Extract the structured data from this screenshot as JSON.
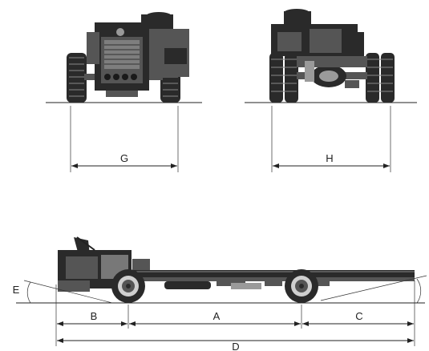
{
  "diagram": {
    "views": {
      "front": {
        "name": "front-view",
        "dimension_label": "G"
      },
      "rear": {
        "name": "rear-view",
        "dimension_label": "H"
      },
      "side": {
        "name": "side-view",
        "labels": {
          "wheelbase": "A",
          "front_overhang": "B",
          "rear_overhang": "C",
          "overall_length": "D",
          "approach_angle": "E"
        }
      }
    },
    "colors": {
      "ink": "#222222",
      "body": "#2a2a2a",
      "shade": "#555555",
      "highlight": "#9a9a9a"
    }
  }
}
